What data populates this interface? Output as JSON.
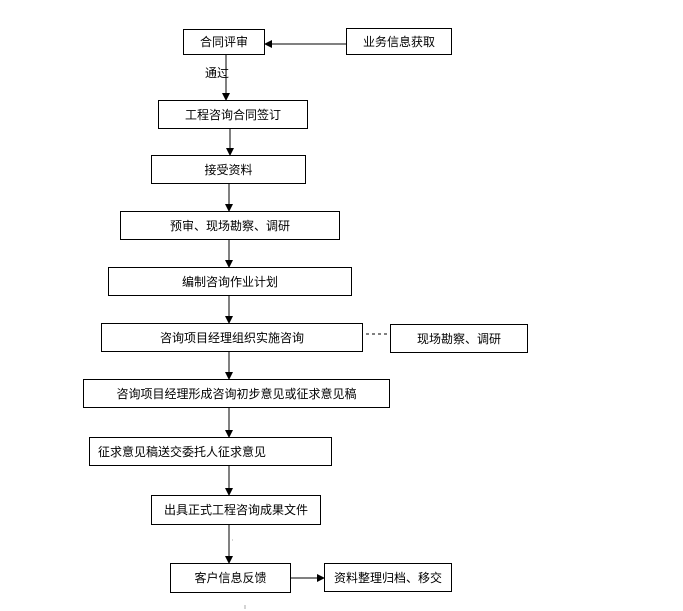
{
  "nodes": {
    "contract_review": "合同评审",
    "business_info": "业务信息获取",
    "contract_signing": "工程咨询合同签订",
    "receive_materials": "接受资料",
    "pre_review": "预审、现场勘察、调研",
    "prepare_plan": "编制咨询作业计划",
    "pm_organize": "咨询项目经理组织实施咨询",
    "site_survey": "现场勘察、调研",
    "pm_draft": "咨询项目经理形成咨询初步意见或征求意见稿",
    "send_draft": "征求意见稿送交委托人征求意见",
    "formal_docs": "出具正式工程咨询成果文件",
    "customer_feedback": "客户信息反馈",
    "archive": "资料整理归档、移交"
  },
  "edges": {
    "pass_label": "通过"
  }
}
